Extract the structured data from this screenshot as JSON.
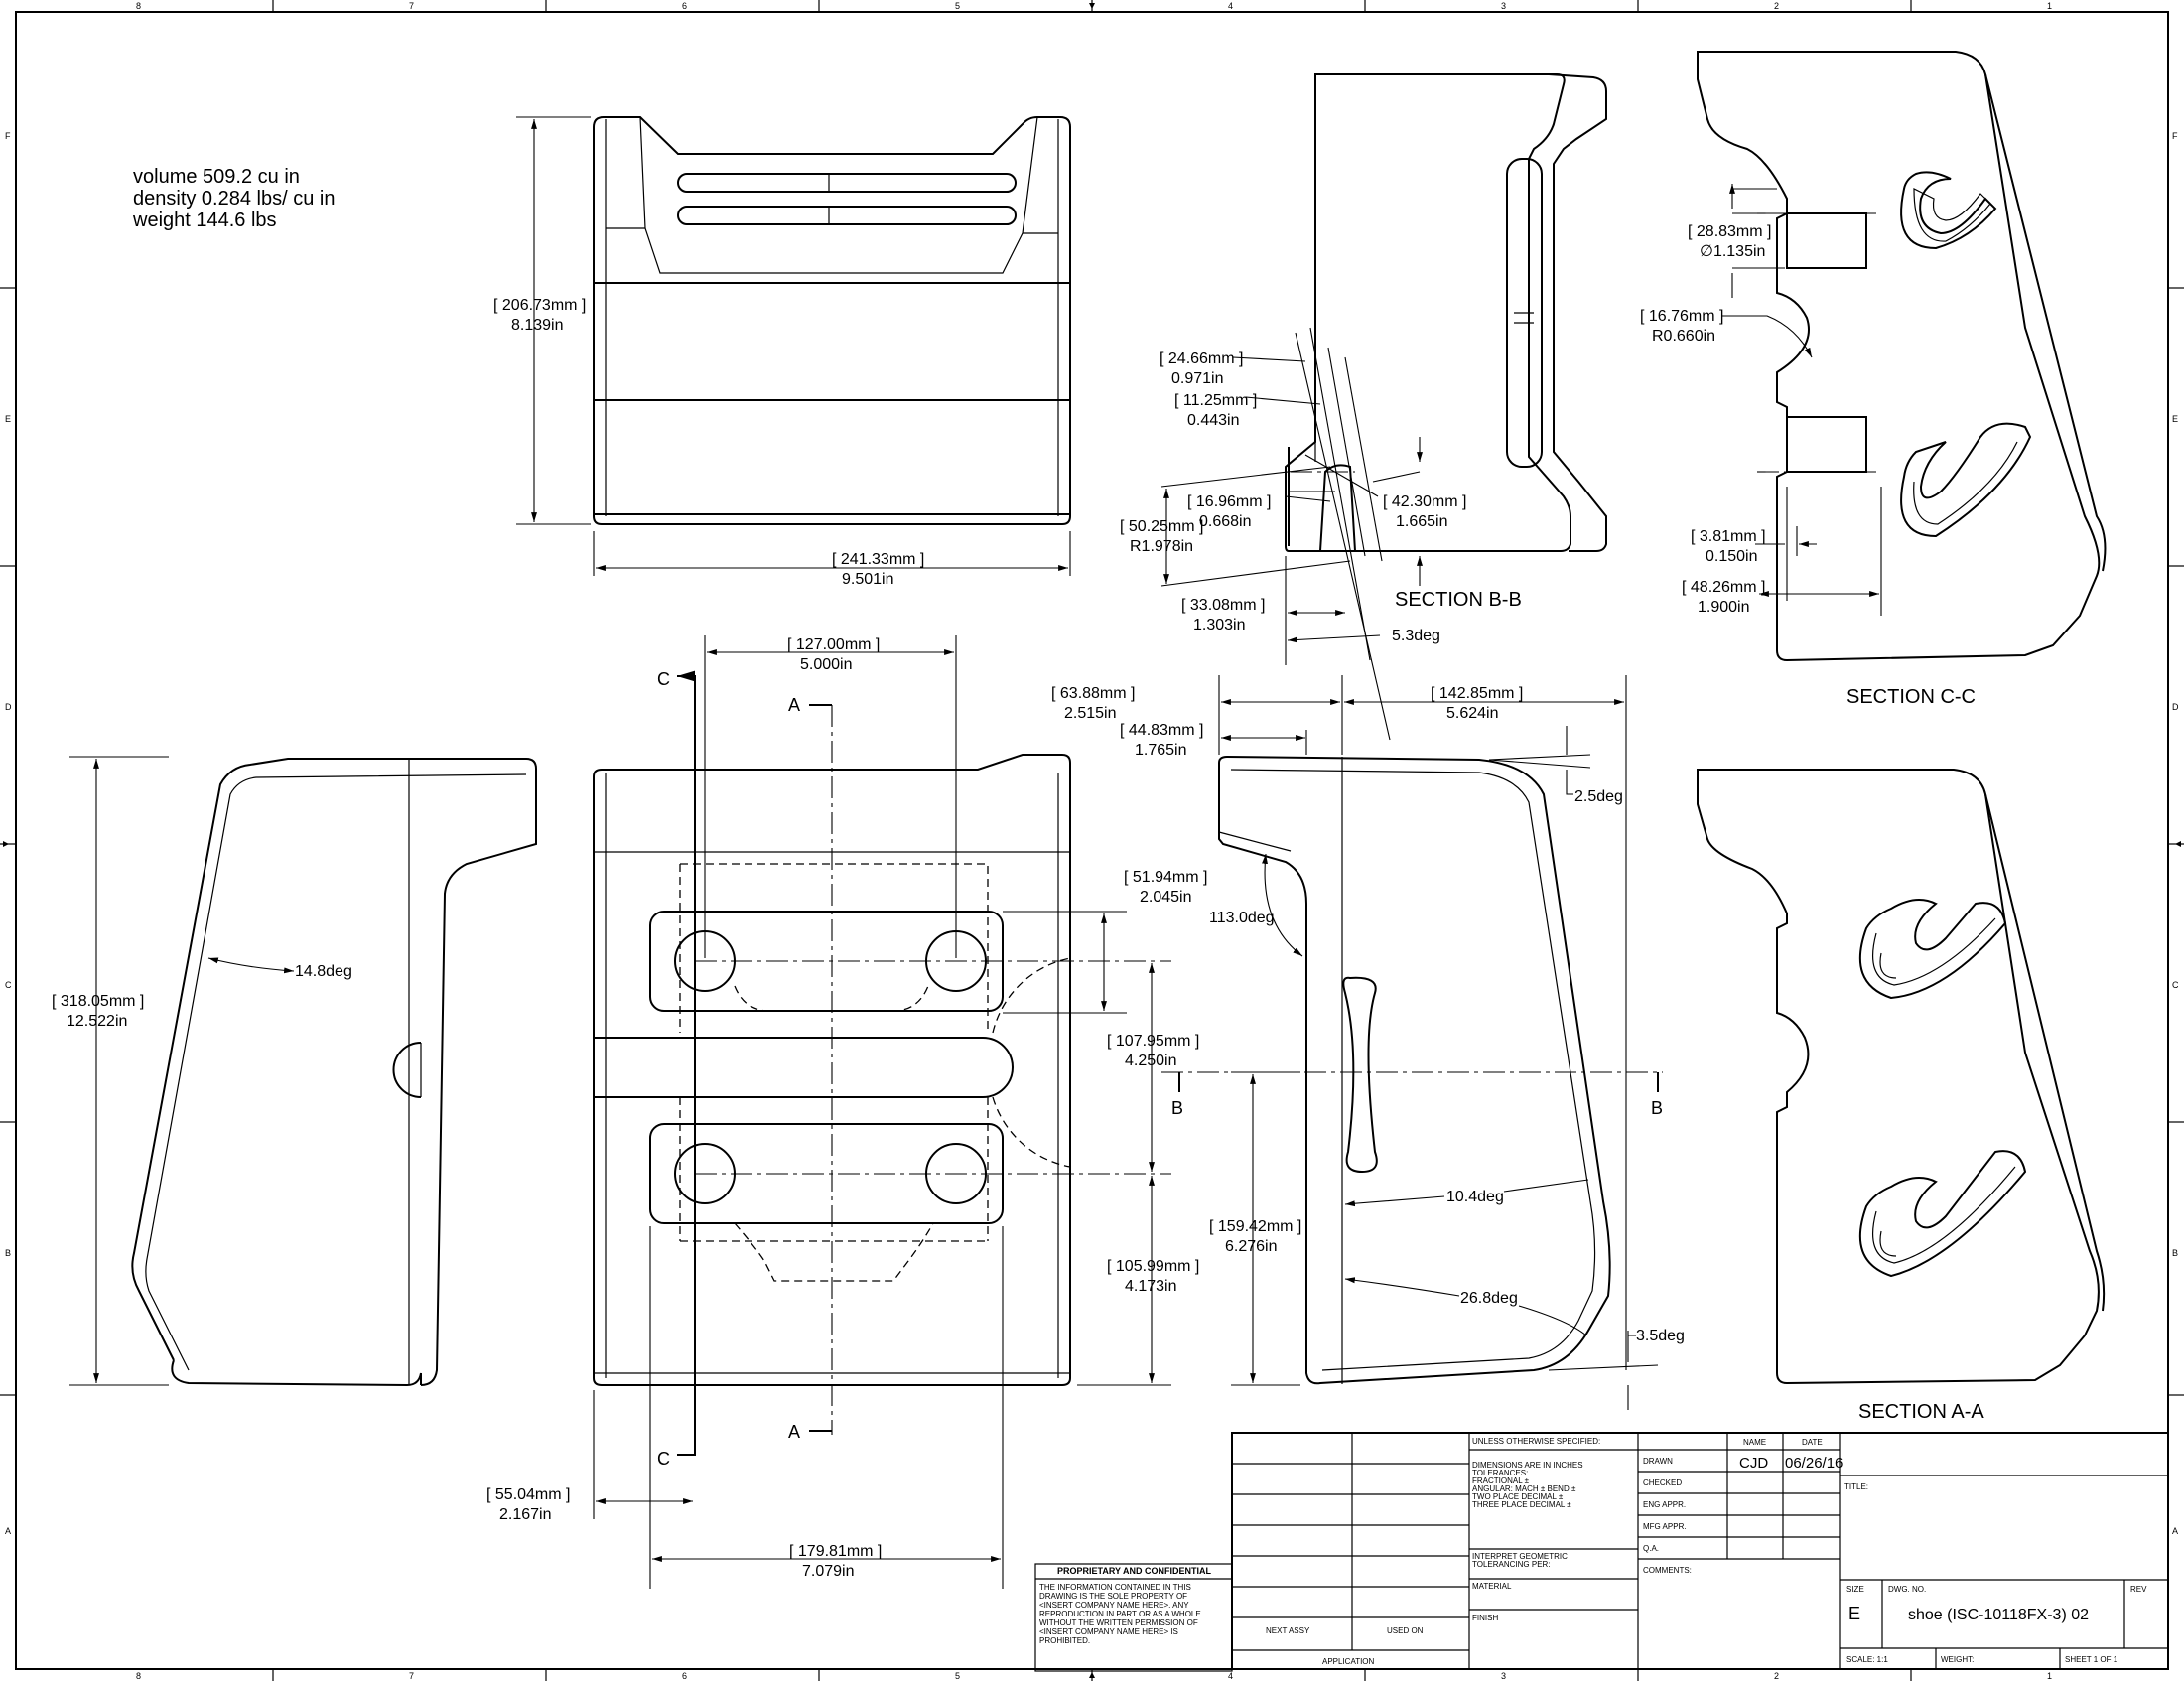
{
  "mass_properties": {
    "volume": "volume 509.2 cu in",
    "density": "density 0.284 lbs/ cu in",
    "weight": "weight 144.6 lbs"
  },
  "border": {
    "top_numbers": [
      "8",
      "7",
      "6",
      "5",
      "4",
      "3",
      "2",
      "1"
    ],
    "side_letters": [
      "F",
      "E",
      "D",
      "C",
      "B",
      "A"
    ]
  },
  "dimensions": {
    "front_height": {
      "mm": "206.73mm",
      "in": "8.139in"
    },
    "front_width": {
      "mm": "241.33mm",
      "in": "9.501in"
    },
    "side_height": {
      "mm": "318.05mm",
      "in": "12.522in"
    },
    "side_angle": "14.8deg",
    "top_127": {
      "mm": "127.00mm",
      "in": "5.000in"
    },
    "top_51": {
      "mm": "51.94mm",
      "in": "2.045in"
    },
    "top_107": {
      "mm": "107.95mm",
      "in": "4.250in"
    },
    "top_105": {
      "mm": "105.99mm",
      "in": "4.173in"
    },
    "top_55": {
      "mm": "55.04mm",
      "in": "2.167in"
    },
    "top_179": {
      "mm": "179.81mm",
      "in": "7.079in"
    },
    "right_63": {
      "mm": "63.88mm",
      "in": "2.515in"
    },
    "right_44": {
      "mm": "44.83mm",
      "in": "1.765in"
    },
    "right_142": {
      "mm": "142.85mm",
      "in": "5.624in"
    },
    "right_159": {
      "mm": "159.42mm",
      "in": "6.276in"
    },
    "right_angles": [
      "2.5deg",
      "113.0deg",
      "10.4deg",
      "26.8deg",
      "3.5deg"
    ],
    "bb_24": {
      "mm": "24.66mm",
      "in": "0.971in"
    },
    "bb_11": {
      "mm": "11.25mm",
      "in": "0.443in"
    },
    "bb_16": {
      "mm": "16.96mm",
      "in": "0.668in"
    },
    "bb_50": {
      "mm": "50.25mm",
      "in": "R1.978in"
    },
    "bb_42": {
      "mm": "42.30mm",
      "in": "1.665in"
    },
    "bb_33": {
      "mm": "33.08mm",
      "in": "1.303in"
    },
    "bb_angle": "5.3deg",
    "cc_28": {
      "mm": "28.83mm",
      "in": "∅1.135in"
    },
    "cc_16": {
      "mm": "16.76mm",
      "in": "R0.660in"
    },
    "cc_3": {
      "mm": "3.81mm",
      "in": "0.150in"
    },
    "cc_48": {
      "mm": "48.26mm",
      "in": "1.900in"
    }
  },
  "section_markers": {
    "A": "A",
    "B": "B",
    "C": "C"
  },
  "section_titles": {
    "bb": "SECTION B-B",
    "cc": "SECTION C-C",
    "aa": "SECTION A-A"
  },
  "title_block": {
    "unless": "UNLESS OTHERWISE SPECIFIED:",
    "tolerances": [
      "DIMENSIONS ARE IN INCHES",
      "TOLERANCES:",
      "FRACTIONAL ±",
      "ANGULAR: MACH ±    BEND ±",
      "TWO PLACE DECIMAL    ±",
      "THREE PLACE DECIMAL  ±"
    ],
    "interpret": [
      "INTERPRET GEOMETRIC",
      "TOLERANCING PER:"
    ],
    "material": "MATERIAL",
    "finish": "FINISH",
    "next_assy": "NEXT ASSY",
    "used_on": "USED ON",
    "application": "APPLICATION",
    "name_header": "NAME",
    "date_header": "DATE",
    "drawn": "DRAWN",
    "drawn_name": "CJD",
    "drawn_date": "06/26/16",
    "checked": "CHECKED",
    "eng_appr": "ENG APPR.",
    "mfg_appr": "MFG APPR.",
    "qa": "Q.A.",
    "comments": "COMMENTS:",
    "title_label": "TITLE:",
    "size_label": "SIZE",
    "size": "E",
    "dwg_no_label": "DWG.  NO.",
    "dwg_no": "shoe (ISC-10118FX-3) 02",
    "rev_label": "REV",
    "scale": "SCALE: 1:1",
    "weight": "WEIGHT:",
    "sheet": "SHEET 1 OF 1",
    "proprietary_title": "PROPRIETARY AND CONFIDENTIAL",
    "proprietary_text": [
      "THE INFORMATION CONTAINED IN THIS",
      "DRAWING IS THE SOLE PROPERTY OF",
      "<INSERT COMPANY NAME HERE>.  ANY",
      "REPRODUCTION IN PART OR AS A WHOLE",
      "WITHOUT THE WRITTEN PERMISSION OF",
      "<INSERT COMPANY NAME HERE> IS",
      "PROHIBITED."
    ]
  }
}
